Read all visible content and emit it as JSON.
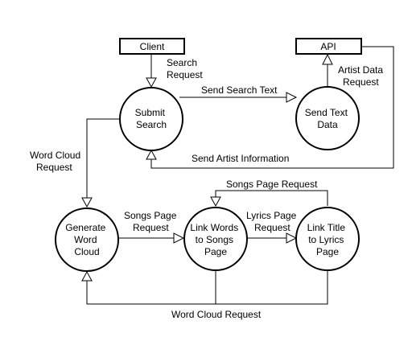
{
  "nodes": {
    "client": {
      "label": "Client"
    },
    "api": {
      "label": "API"
    },
    "submit_search": {
      "lines": [
        "Submit",
        "Search"
      ]
    },
    "send_text_data": {
      "lines": [
        "Send Text",
        "Data"
      ]
    },
    "generate_word_cloud": {
      "lines": [
        "Generate",
        "Word",
        "Cloud"
      ]
    },
    "link_words_to_songs_page": {
      "lines": [
        "Link Words",
        "to Songs",
        "Page"
      ]
    },
    "link_title_to_lyrics_page": {
      "lines": [
        "Link Title",
        "to Lyrics",
        "Page"
      ]
    }
  },
  "edges": {
    "search_request": {
      "lines": [
        "Search",
        "Request"
      ]
    },
    "send_search_text": {
      "lines": [
        "Send Search Text"
      ]
    },
    "artist_data_request": {
      "lines": [
        "Artist Data",
        "Request"
      ]
    },
    "send_artist_information": {
      "lines": [
        "Send Artist Information"
      ]
    },
    "word_cloud_request_left": {
      "lines": [
        "Word Cloud",
        "Request"
      ]
    },
    "songs_page_request_mid": {
      "lines": [
        "Songs Page",
        "Request"
      ]
    },
    "lyrics_page_request": {
      "lines": [
        "Lyrics Page",
        "Request"
      ]
    },
    "songs_page_request_top": {
      "lines": [
        "Songs Page Request"
      ]
    },
    "word_cloud_request_bottom": {
      "lines": [
        "Word Cloud Request"
      ]
    }
  }
}
